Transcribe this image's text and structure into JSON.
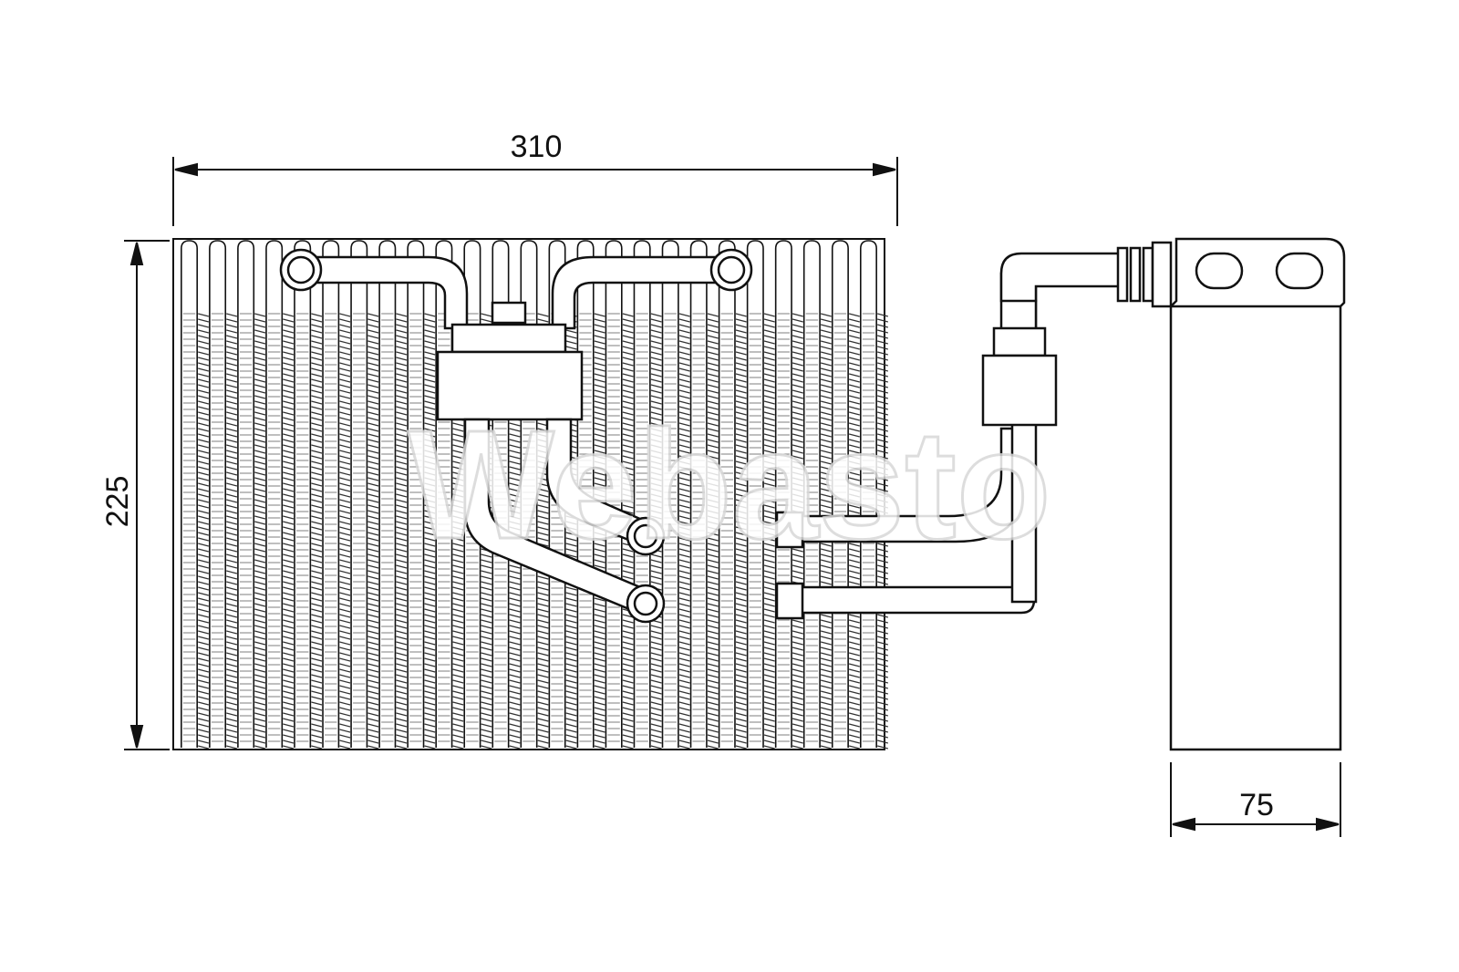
{
  "dimensions": {
    "width": "310",
    "height": "225",
    "depth": "75"
  },
  "watermark": "Webasto",
  "colors": {
    "line": "#111111",
    "fin": "#222222",
    "fill": "#ffffff",
    "watermark_stroke": "#d8d8d8"
  }
}
